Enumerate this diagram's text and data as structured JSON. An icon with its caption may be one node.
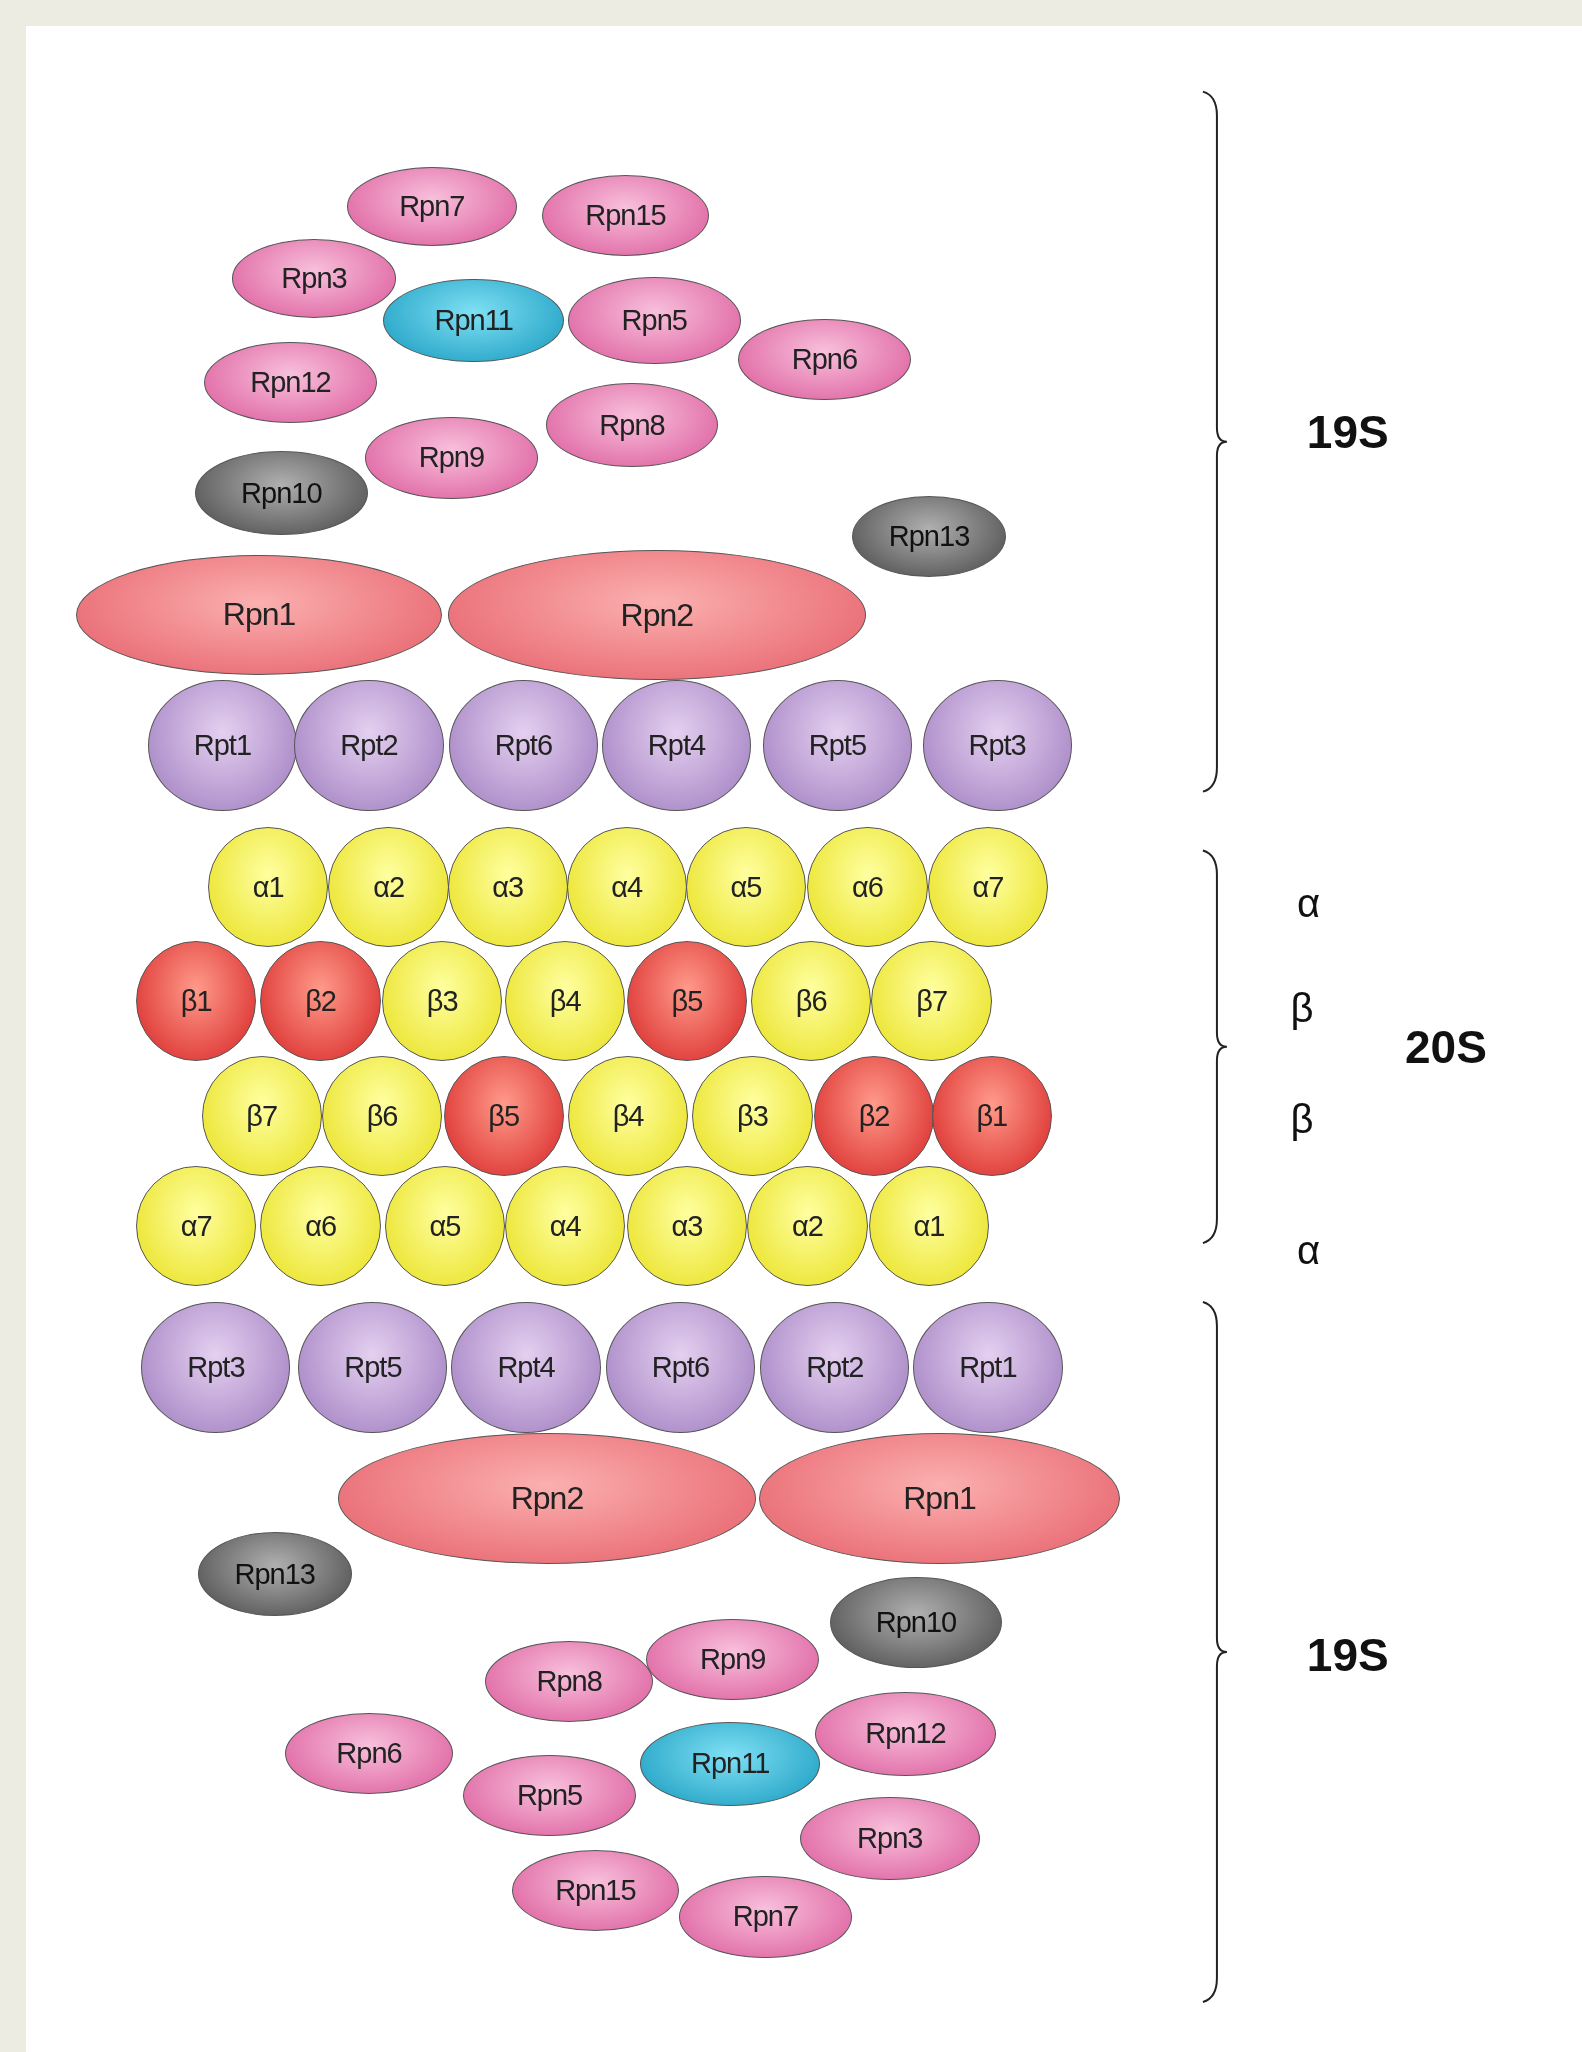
{
  "diagram": {
    "nodes": [
      {
        "text": [
          "Rpn7"
        ]
      },
      {
        "text": [
          "Rpn15"
        ]
      },
      {
        "text": [
          "Rpn3"
        ]
      },
      {
        "text": [
          "Rpn11"
        ]
      },
      {
        "text": [
          "Rpn5"
        ]
      },
      {
        "text": [
          "Rpn6"
        ]
      },
      {
        "text": [
          "Rpn12"
        ]
      },
      {
        "text": [
          "Rpn8"
        ]
      },
      {
        "text": [
          "Rpn9"
        ]
      },
      {
        "text": [
          "Rpn10"
        ]
      },
      {
        "text": [
          "Rpn13"
        ]
      },
      {
        "text": [
          "Rpn1"
        ]
      },
      {
        "text": [
          "Rpn2"
        ]
      },
      {
        "text": [
          "Rpt1"
        ]
      },
      {
        "text": [
          "Rpt2"
        ]
      },
      {
        "text": [
          "Rpt6"
        ]
      },
      {
        "text": [
          "Rpt4"
        ]
      },
      {
        "text": [
          "Rpt5"
        ]
      },
      {
        "text": [
          "Rpt3"
        ]
      },
      {
        "text": [
          "α1"
        ]
      },
      {
        "text": [
          "α2"
        ]
      },
      {
        "text": [
          "α3"
        ]
      },
      {
        "text": [
          "α4"
        ]
      },
      {
        "text": [
          "α5"
        ]
      },
      {
        "text": [
          "α6"
        ]
      },
      {
        "text": [
          "α7"
        ]
      },
      {
        "text": [
          "β1"
        ]
      },
      {
        "text": [
          "β2"
        ]
      },
      {
        "text": [
          "β3"
        ]
      },
      {
        "text": [
          "β4"
        ]
      },
      {
        "text": [
          "β5"
        ]
      },
      {
        "text": [
          "β6"
        ]
      },
      {
        "text": [
          "β7"
        ]
      },
      {
        "text": [
          "β7"
        ]
      },
      {
        "text": [
          "β6"
        ]
      },
      {
        "text": [
          "β5"
        ]
      },
      {
        "text": [
          "β4"
        ]
      },
      {
        "text": [
          "β3"
        ]
      },
      {
        "text": [
          "β2"
        ]
      },
      {
        "text": [
          "β1"
        ]
      },
      {
        "text": [
          "α7"
        ]
      },
      {
        "text": [
          "α6"
        ]
      },
      {
        "text": [
          "α5"
        ]
      },
      {
        "text": [
          "α4"
        ]
      },
      {
        "text": [
          "α3"
        ]
      },
      {
        "text": [
          "α2"
        ]
      },
      {
        "text": [
          "α1"
        ]
      },
      {
        "text": [
          "Rpt3"
        ]
      },
      {
        "text": [
          "Rpt5"
        ]
      },
      {
        "text": [
          "Rpt4"
        ]
      },
      {
        "text": [
          "Rpt6"
        ]
      },
      {
        "text": [
          "Rpt2"
        ]
      },
      {
        "text": [
          "Rpt1"
        ]
      },
      {
        "text": [
          "Rpn2"
        ]
      },
      {
        "text": [
          "Rpn1"
        ]
      },
      {
        "text": [
          "Rpn13"
        ]
      },
      {
        "text": [
          "Rpn10"
        ]
      },
      {
        "text": [
          "Rpn9"
        ]
      },
      {
        "text": [
          "Rpn8"
        ]
      },
      {
        "text": [
          "Rpn12"
        ]
      },
      {
        "text": [
          "Rpn6"
        ]
      },
      {
        "text": [
          "Rpn11"
        ]
      },
      {
        "text": [
          "Rpn5"
        ]
      },
      {
        "text": [
          "Rpn3"
        ]
      },
      {
        "text": [
          "Rpn15"
        ]
      },
      {
        "text": [
          "Rpn7"
        ]
      }
    ],
    "labels": [
      "19S",
      "α",
      "β",
      "20S",
      "β",
      "α",
      "19S"
    ]
  }
}
